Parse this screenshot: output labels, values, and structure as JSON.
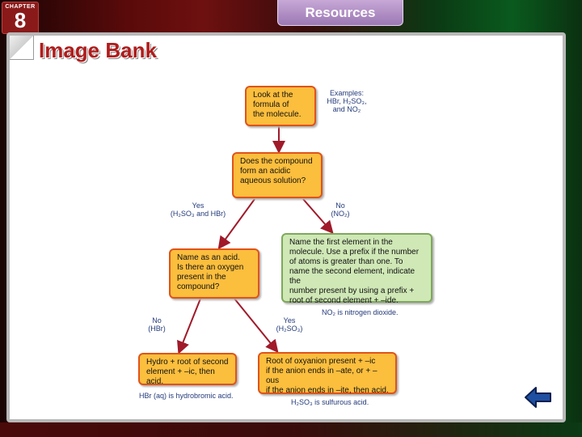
{
  "header": {
    "chapter_label": "CHAPTER",
    "chapter_number": "8",
    "tab_label": "Resources"
  },
  "section_title": "Image Bank",
  "flowchart": {
    "box_start": [
      "Look at the",
      "formula of",
      "the molecule."
    ],
    "examples": [
      "Examples:",
      "HBr, H₂SO₃,",
      "and NO₂"
    ],
    "box_question": [
      "Does the compound",
      "form an acidic",
      "aqueous solution?"
    ],
    "branch_yes_1": [
      "Yes",
      "(H₂SO₃ and HBr)"
    ],
    "branch_no_1": [
      "No",
      "(NO₂)"
    ],
    "box_acid": [
      "Name as an acid.",
      "Is there an oxygen",
      "present in the",
      "compound?"
    ],
    "box_molecular": [
      "Name the first element in the",
      "molecule. Use a prefix if the number",
      "of atoms is greater than one. To",
      "name the second element, indicate the",
      "number present by using a prefix +",
      "root of second element + –ide."
    ],
    "note_molecular": "NO₂ is nitrogen dioxide.",
    "branch_no_2": [
      "No",
      "(HBr)"
    ],
    "branch_yes_2": [
      "Yes",
      "(H₂SO₃)"
    ],
    "box_hydro": [
      "Hydro + root of second",
      "element + –ic, then acid."
    ],
    "note_hydro": "HBr (aq) is hydrobromic acid.",
    "box_oxy": [
      "Root of oxyanion present + –ic",
      "if the anion ends in –ate, or + –ous",
      "if the anion ends in –ite, then acid."
    ],
    "note_oxy": "H₂SO₃ is sulfurous acid."
  },
  "colors": {
    "process_fill": "#fbbe3d",
    "process_border": "#e0531a",
    "result_fill": "#cfe8b6",
    "result_border": "#7ea85c",
    "arrow": "#a01a2a",
    "note_text": "#233a7a",
    "title": "#b01c1c"
  },
  "icons": {
    "back": "left-arrow-icon"
  }
}
